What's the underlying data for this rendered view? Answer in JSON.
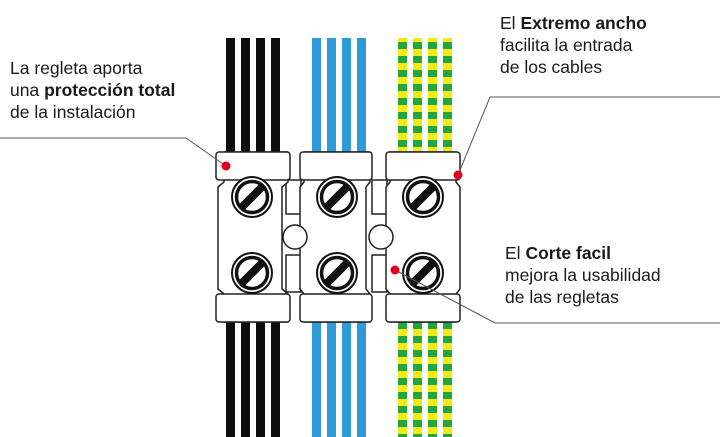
{
  "callouts": {
    "left": {
      "line1": "La regleta aporta",
      "line2_pre": "una ",
      "line2_bold": "protección total",
      "line3": "de la instalación"
    },
    "top": {
      "line1_pre": "El ",
      "line1_bold": "Extremo ancho",
      "line2": "facilita la entrada",
      "line3": "de los cables"
    },
    "right": {
      "line1_pre": "El ",
      "line1_bold": "Corte facil",
      "line2": "mejora la usabilidad",
      "line3": "de las regletas"
    }
  },
  "colors": {
    "wire_black": "#0d0d0d",
    "wire_blue": "#2e9ad8",
    "wire_earth_green": "#23a63e",
    "wire_earth_yellow": "#f2ea18",
    "block_fill": "#ffffff",
    "block_stroke": "#222222",
    "marker_red": "#e0001b",
    "leader_line": "#555555"
  },
  "icons": [
    "screw-head-icon",
    "red-marker-dot"
  ]
}
